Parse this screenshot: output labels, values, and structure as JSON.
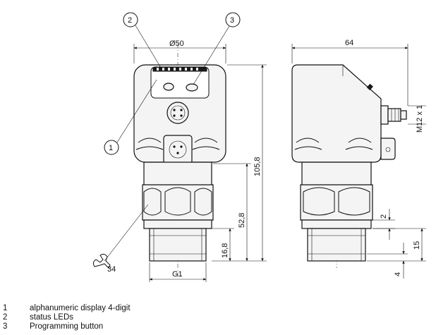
{
  "callouts": {
    "c1": "1",
    "c2": "2",
    "c3": "3"
  },
  "dimensions": {
    "diameter": "Ø50",
    "depth": "64",
    "height_total": "105,8",
    "height_lower": "52,8",
    "height_thread": "16,8",
    "thread": "G1",
    "wrench": "34",
    "connector": "M12 x 1",
    "gap_top": "2",
    "flange": "15",
    "gap_bottom": "4"
  },
  "legend": [
    {
      "num": "1",
      "text": "alphanumeric display 4-digit"
    },
    {
      "num": "2",
      "text": "status LEDs"
    },
    {
      "num": "3",
      "text": "Programming button"
    }
  ]
}
